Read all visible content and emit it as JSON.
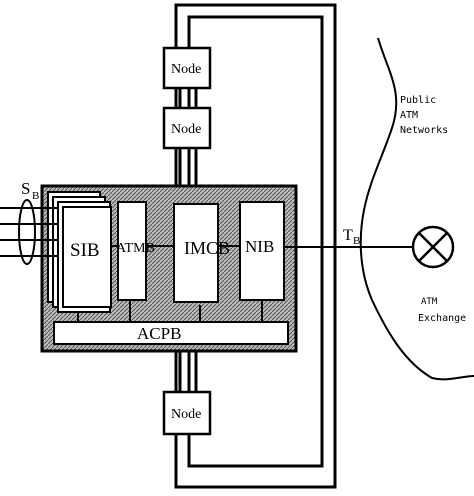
{
  "diagram": {
    "nodes": {
      "top1": "Node",
      "top2": "Node",
      "bottom": "Node"
    },
    "boards": {
      "sib": "SIB",
      "atmb": "ATMB",
      "imcb": "IMCB",
      "nib": "NIB",
      "acpb": "ACPB"
    },
    "interfaces": {
      "sb_main": "S",
      "sb_sub": "B",
      "tb_main": "T",
      "tb_sub": "B"
    },
    "public_network": {
      "line1": "Public",
      "line2": "ATM",
      "line3": "Networks"
    },
    "exchange": {
      "line1": "ATM",
      "line2": "Exchange"
    }
  }
}
